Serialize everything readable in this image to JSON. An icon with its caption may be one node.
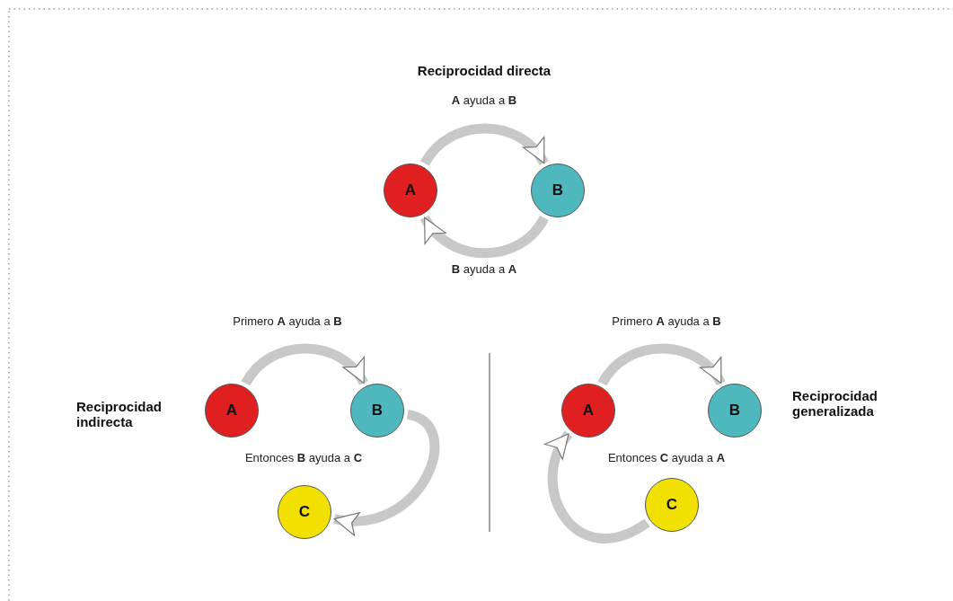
{
  "diagram": {
    "nodes": [
      {
        "text": [
          "A"
        ]
      },
      {
        "text": [
          "B"
        ]
      },
      {
        "text": [
          "A"
        ]
      },
      {
        "text": [
          "B"
        ]
      },
      {
        "text": [
          "C"
        ]
      },
      {
        "text": [
          "A"
        ]
      },
      {
        "text": [
          "B"
        ]
      },
      {
        "text": [
          "C"
        ]
      }
    ],
    "edges": [
      {
        "from": 0,
        "to": 1,
        "arrow": "to"
      },
      {
        "from": 1,
        "to": 0,
        "arrow": "to"
      },
      {
        "from": 2,
        "to": 3,
        "arrow": "to"
      },
      {
        "from": 3,
        "to": 4,
        "arrow": "to"
      },
      {
        "from": 5,
        "to": 6,
        "arrow": "to"
      },
      {
        "from": 7,
        "to": 5,
        "arrow": "to"
      }
    ],
    "labels": [
      "Reciprocidad directa",
      "**A** ayuda a **B**",
      "**B** ayuda a **A**",
      "Primero **A** ayuda a **B**",
      "Primero **A** ayuda a **B**",
      "Reciprocidad indirecta",
      "Reciprocidad generalizada",
      "Entonces **B** ayuda a **C**",
      "Entonces **C** ayuda a **A**"
    ]
  }
}
